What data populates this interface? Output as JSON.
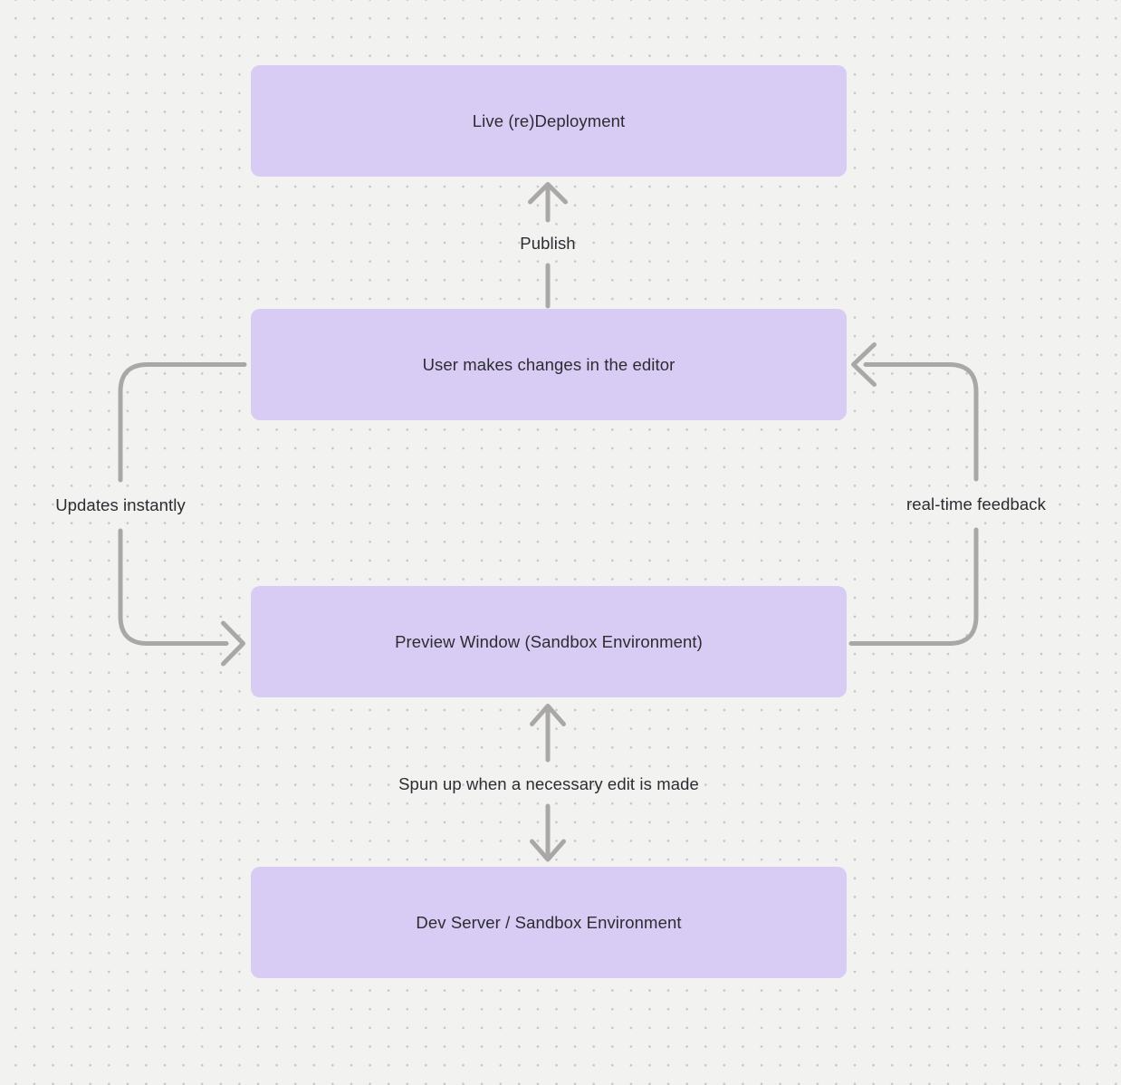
{
  "diagram": {
    "type": "flowchart",
    "colors": {
      "background": "#f2f2f1",
      "grid_dot": "#c6c5c4",
      "node_fill": "#d8ccf4",
      "node_text": "#2d2c31",
      "arrow": "#a9a8a7",
      "edge_label_text": "#2d2c31"
    },
    "nodes": [
      {
        "id": "live-redeployment",
        "label": "Live (re)Deployment"
      },
      {
        "id": "user-editor",
        "label": "User makes changes in the editor"
      },
      {
        "id": "preview-window",
        "label": "Preview Window (Sandbox Environment)"
      },
      {
        "id": "dev-server",
        "label": "Dev Server / Sandbox Environment"
      }
    ],
    "edges": [
      {
        "from": "user-editor",
        "to": "live-redeployment",
        "label": "Publish",
        "style": "straight-vertical",
        "arrowhead": "up"
      },
      {
        "from": "user-editor",
        "to": "preview-window",
        "label": "Updates instantly",
        "style": "left-rounded-elbow",
        "arrowhead": "right"
      },
      {
        "from": "preview-window",
        "to": "user-editor",
        "label": "real-time feedback",
        "style": "right-rounded-elbow",
        "arrowhead": "left"
      },
      {
        "from": "preview-window",
        "to": "dev-server",
        "label": "Spun up when a necessary edit is made",
        "style": "straight-vertical",
        "arrowhead": "both"
      }
    ]
  }
}
